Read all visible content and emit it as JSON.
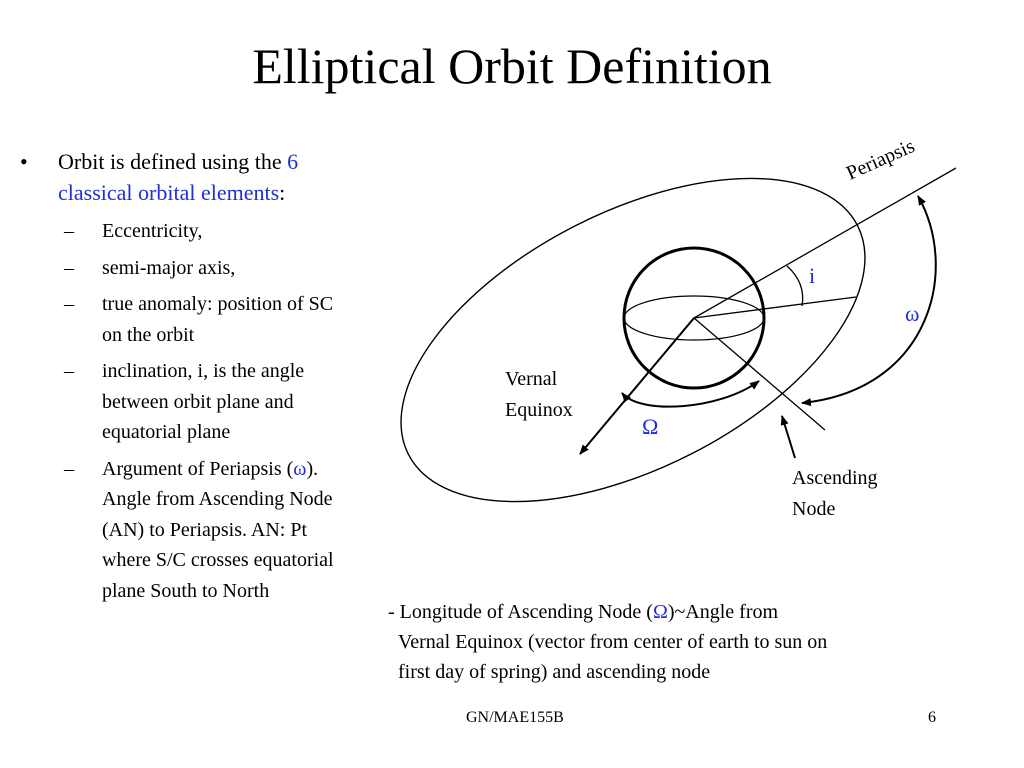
{
  "title": "Elliptical Orbit Definition",
  "bullet": {
    "marker": "•",
    "text_prefix": "Orbit is defined using the",
    "link_text": "6 classical orbital elements",
    "text_suffix": ":"
  },
  "sub_items": [
    {
      "marker": "–",
      "text": "Eccentricity,"
    },
    {
      "marker": "–",
      "text": "semi-major axis,"
    },
    {
      "marker": "–",
      "text": "true anomaly: position of SC on the orbit"
    },
    {
      "marker": "–",
      "text": "inclination, i, is the angle between orbit plane and equatorial plane"
    },
    {
      "marker": "–",
      "text_before": "Argument of Periapsis (",
      "symbol": "ω",
      "text_after": "). Angle from Ascending Node (AN) to Periapsis. AN: Pt where S/C crosses equatorial plane South to North"
    }
  ],
  "diagram": {
    "periapsis_label": "Periapsis",
    "inclination_label": "i",
    "argument_periapsis_label": "ω",
    "vernal_equinox_line1": "Vernal",
    "vernal_equinox_line2": "Equinox",
    "longitude_ascending_node_label": "Ω",
    "ascending_node_line1": "Ascending",
    "ascending_node_line2": "Node"
  },
  "note": {
    "prefix": "- Longitude of Ascending Node (",
    "symbol": "Ω",
    "suffix": ")~Angle from",
    "line2": "Vernal Equinox (vector from center of earth to sun on",
    "line3": "first day of spring) and ascending node"
  },
  "footer": {
    "course": "GN/MAE155B",
    "page_number": "6"
  },
  "colors": {
    "text": "#000000",
    "accent": "#1f2fd6",
    "background": "#ffffff"
  }
}
